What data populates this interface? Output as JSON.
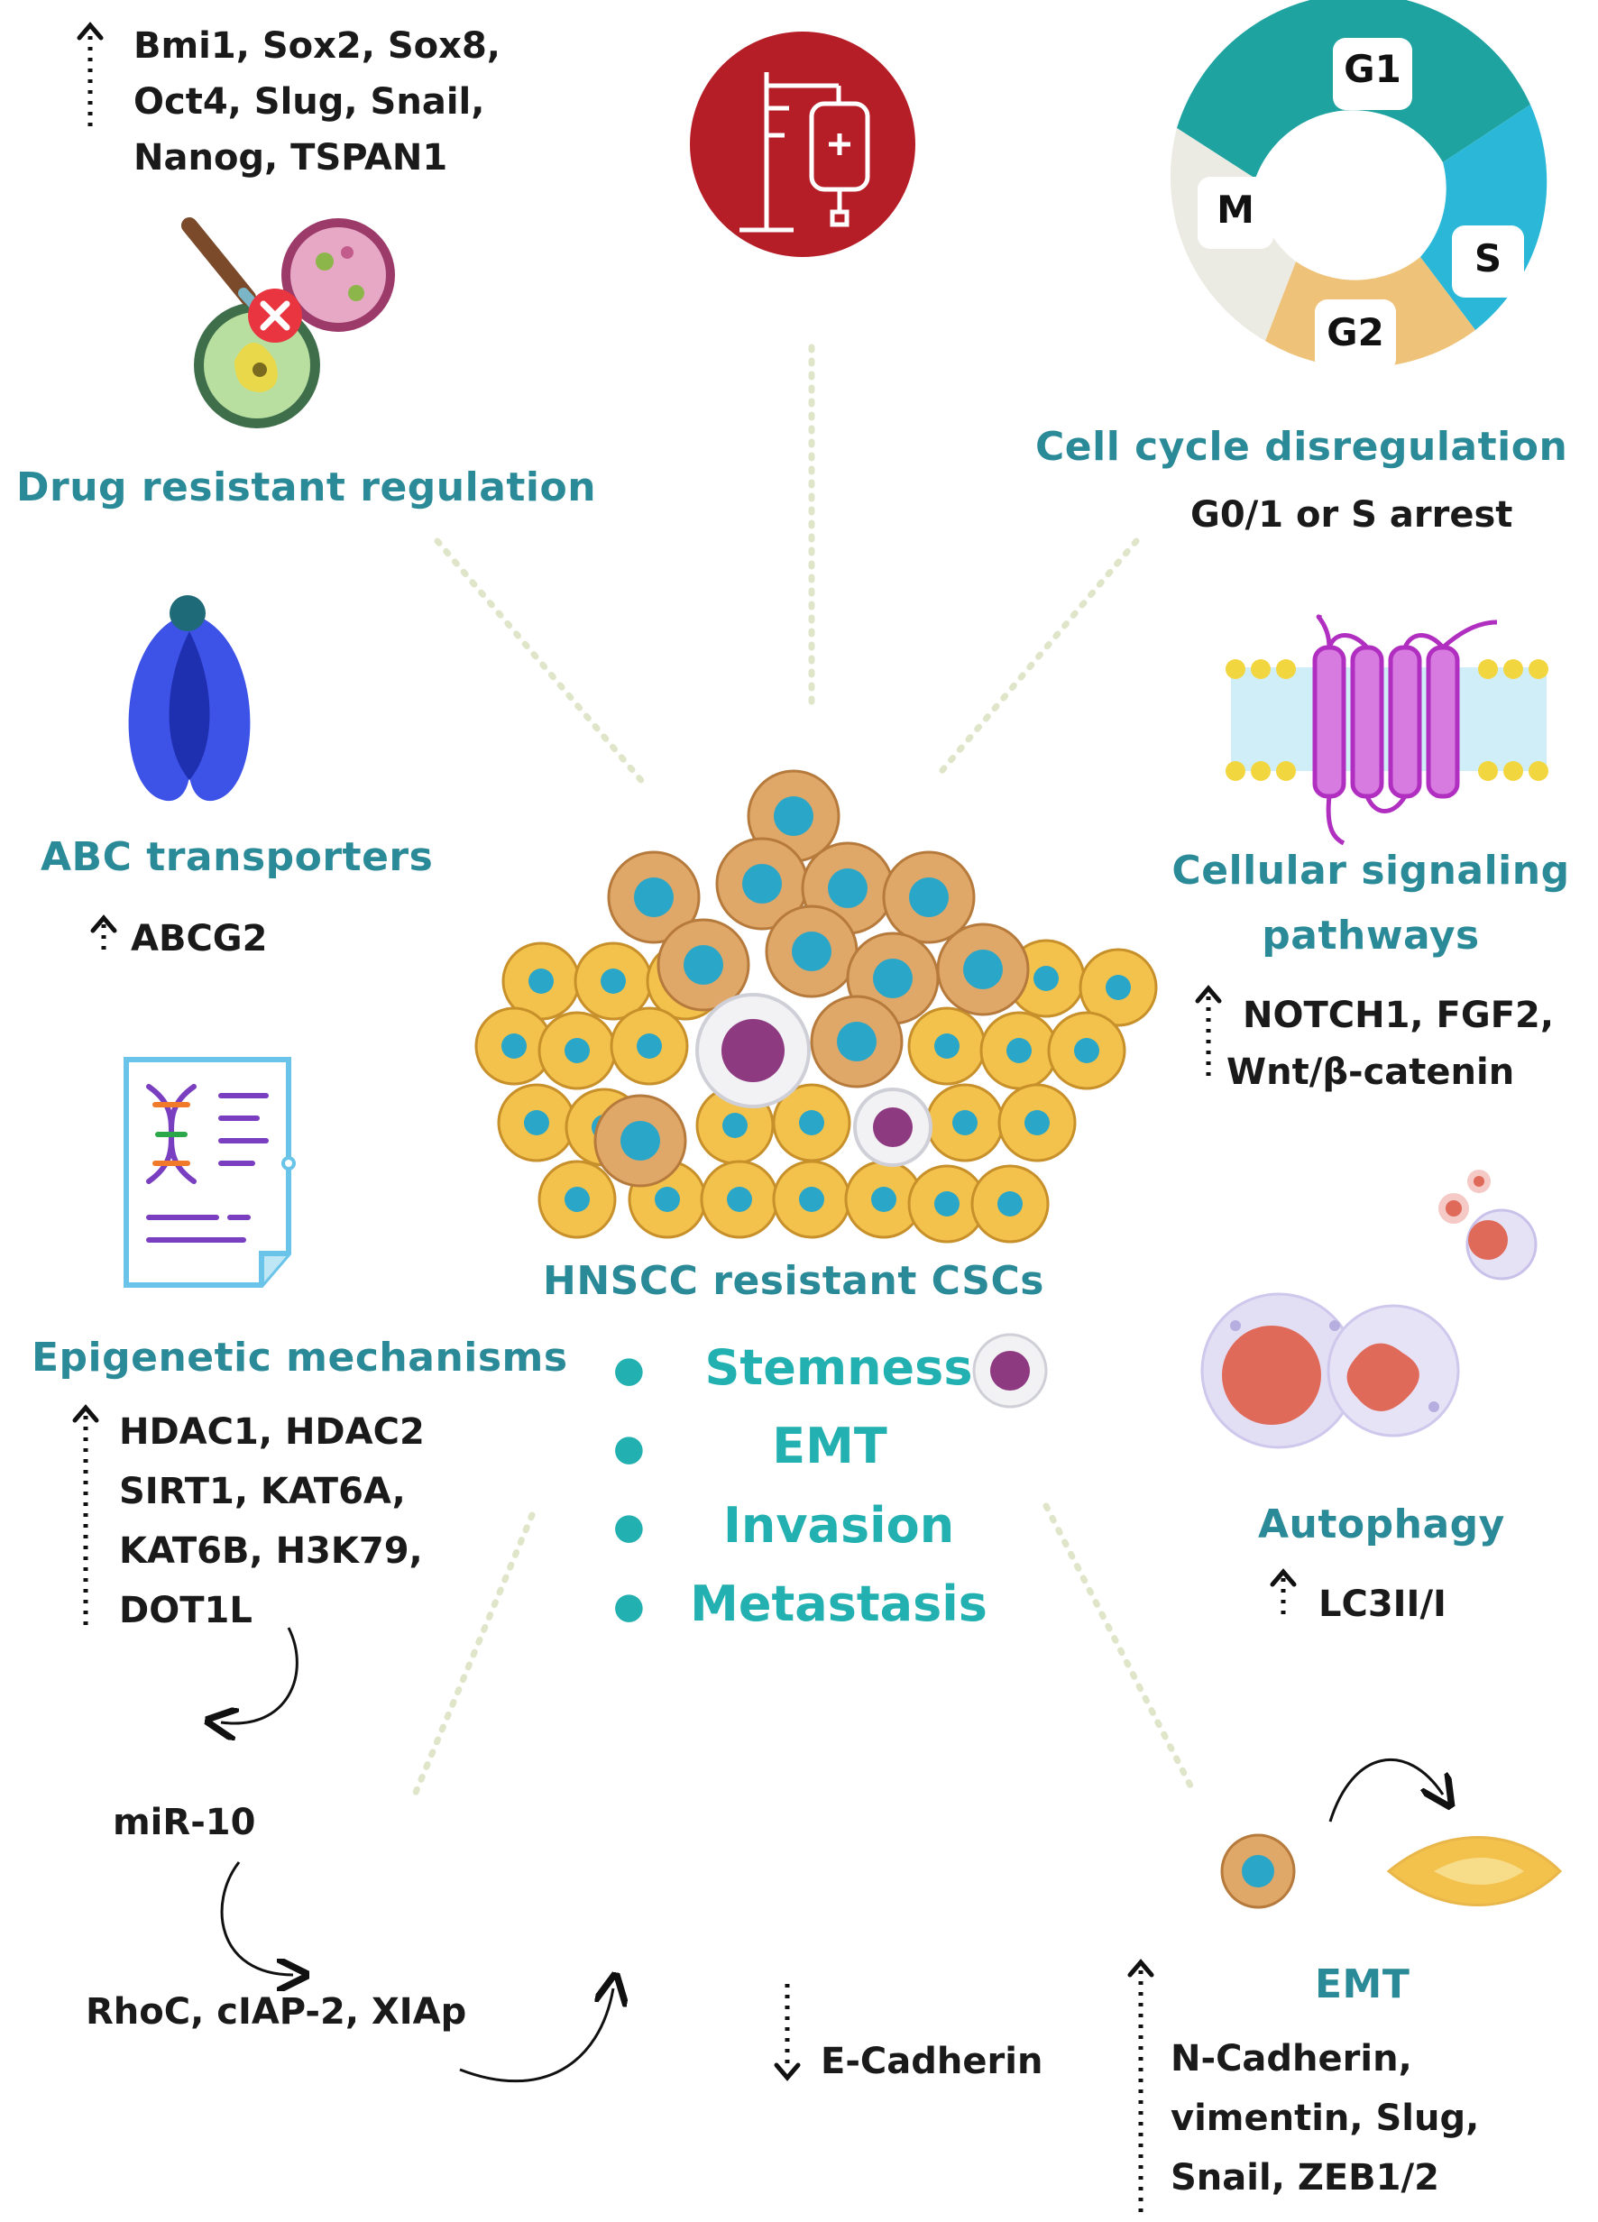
{
  "drug_resistant": {
    "genes": [
      "Bmi1, Sox2, Sox8,",
      "Oct4, Slug, Snail,",
      "Nanog, TSPAN1"
    ],
    "title": "Drug resistant regulation"
  },
  "cell_cycle": {
    "title": "Cell cycle disregulation",
    "subtitle": "G0/1 or S arrest",
    "phases": {
      "g1": "G1",
      "s": "S",
      "g2": "G2",
      "m": "M"
    }
  },
  "abc": {
    "title": "ABC transporters",
    "gene": "ABCG2"
  },
  "signaling": {
    "title_line1": "Cellular signaling",
    "title_line2": "pathways",
    "genes_line1": "NOTCH1, FGF2,",
    "genes_line2": "Wnt/β-catenin"
  },
  "epigenetic": {
    "title": "Epigenetic mechanisms",
    "genes": [
      "HDAC1, HDAC2",
      "SIRT1, KAT6A,",
      "KAT6B, H3K79,",
      "DOT1L"
    ]
  },
  "center": {
    "title": "HNSCC resistant CSCs",
    "features": [
      "Stemness",
      "EMT",
      "Invasion",
      "Metastasis"
    ]
  },
  "autophagy": {
    "title": "Autophagy",
    "gene": "LC3II/I"
  },
  "mir": {
    "name": "miR-10",
    "targets": "RhoC, cIAP-2, XIAp"
  },
  "ecadherin": {
    "label": "E-Cadherin"
  },
  "emt": {
    "title": "EMT",
    "genes": [
      "N-Cadherin,",
      "vimentin, Slug,",
      "Snail, ZEB1/2"
    ]
  },
  "colors": {
    "teal_title": "#2b8a98",
    "teal_list": "#22b0b0",
    "red_circle": "#b51e27",
    "cell_yellow": "#f3c24d",
    "cell_nucleus": "#2aa6c9",
    "cycle_g1": "#1fa3a0",
    "cycle_s": "#2bb8d8",
    "cycle_g2": "#efc27a",
    "cycle_m": "#ecebe3",
    "membrane_purple": "#b02fc0",
    "abc_blue": "#3d52e6"
  }
}
